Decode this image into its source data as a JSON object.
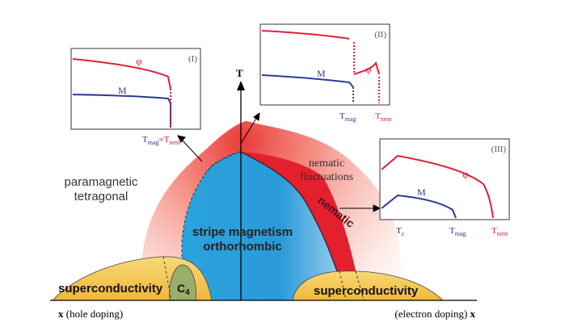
{
  "axes": {
    "vertical_label": "T",
    "left_axis_label_var": "x",
    "left_axis_label_text": " (hole doping)",
    "right_axis_label_text": "(electron doping) ",
    "right_axis_label_var": "x"
  },
  "regions": {
    "paramagnetic_line1": "paramagnetic",
    "paramagnetic_line2": "tetragonal",
    "nematic_fluct_line1": "nematic",
    "nematic_fluct_line2": "fluctuations",
    "nematic_band": "nematic",
    "stripe_line1": "stripe magnetism",
    "stripe_line2": "orthorhombic",
    "sc_left": "superconductivity",
    "c4_main": "C",
    "c4_sub": "4",
    "sc_right": "superconductivity"
  },
  "insets": {
    "I": {
      "tag": "(I)",
      "phi": "φ",
      "m": "M",
      "t1_main": "T",
      "t1_sub": "mag",
      "eq": "=",
      "t2_main": "T",
      "t2_sub": "nem"
    },
    "II": {
      "tag": "(II)",
      "phi": "φ",
      "m": "M",
      "t1_main": "T",
      "t1_sub": "mag",
      "t2_main": "T",
      "t2_sub": "nem"
    },
    "III": {
      "tag": "(III)",
      "phi": "φ",
      "m": "M",
      "tc_main": "T",
      "tc_sub": "c",
      "t1_main": "T",
      "t1_sub": "mag",
      "t2_main": "T",
      "t2_sub": "nem"
    }
  },
  "colors": {
    "phi_curve": "#e0203a",
    "m_curve": "#2b3b93",
    "stripe_fill": "#1e9fd8",
    "nematic_fill": "#e5202e",
    "nematic_fluct": "#f28a7a",
    "superconductivity": "#f3c24a",
    "c4_fill": "#9aae6c"
  }
}
